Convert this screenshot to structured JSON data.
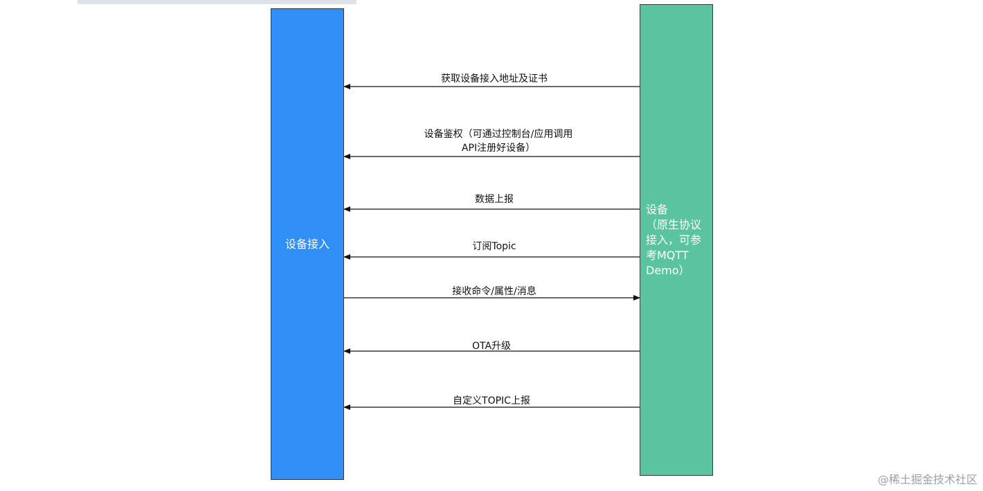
{
  "lanes": {
    "left": {
      "label": "设备接入",
      "color": "#2f8ff6"
    },
    "right": {
      "label": "设备\n（原生协议\n接入，可参\n考MQTT\nDemo）",
      "color": "#5ac4a0"
    }
  },
  "messages": [
    {
      "label": "获取设备接入地址及证书",
      "direction": "to-left"
    },
    {
      "label": "设备鉴权（可通过控制台/应用调用\nAPI注册好设备）",
      "direction": "to-left"
    },
    {
      "label": "数据上报",
      "direction": "to-left"
    },
    {
      "label": "订阅Topic",
      "direction": "to-left"
    },
    {
      "label": "接收命令/属性/消息",
      "direction": "to-right"
    },
    {
      "label": "OTA升级",
      "direction": "to-left"
    },
    {
      "label": "自定义TOPIC上报",
      "direction": "to-left"
    }
  ],
  "watermark": "@稀土掘金技术社区"
}
